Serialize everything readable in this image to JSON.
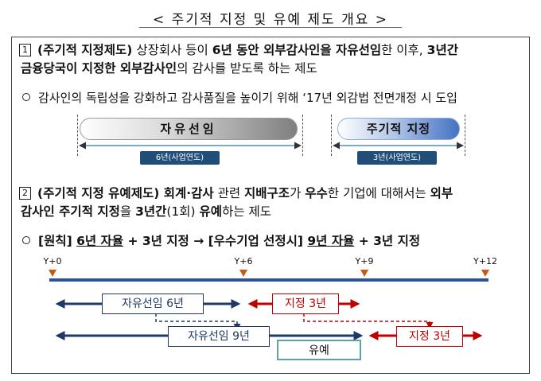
{
  "title": "< 주기적 지정 및 유예 제도 개요 >",
  "section1": {
    "num": "1",
    "line1_parts": [
      "(주기적 지정제도)",
      " 상장회사 등이 ",
      "6년 동안 외부감사인을 자유선임",
      "한 이후, ",
      "3년간"
    ],
    "line2_parts": [
      "금융당국이 지정한 외부감사인",
      "의 감사를 받도록 하는 제도"
    ],
    "bullet": "감사인의 독립성을 강화하고 감사품질을 높이기 위해 ‘17년 외감법 전면개정 시 도입"
  },
  "diagram1": {
    "free_label": "자유선임",
    "free_period": "6년(사업연도)",
    "assign_label": "주기적 지정",
    "assign_period": "3년(사업연도)"
  },
  "section2": {
    "num": "2",
    "line1_parts": [
      "(주기적 지정 유예제도)",
      " 회계·감사",
      " 관련 ",
      "지배구조",
      "가 ",
      "우수",
      "한 기업에 대해서는 ",
      "외부"
    ],
    "line2_parts": [
      "감사인 주기적 지정",
      "을 ",
      "3년간",
      "(1회) ",
      "유예",
      "하는 제도"
    ],
    "rule_parts": [
      "[원칙] ",
      "6년 자율",
      " + 3년 지정 → [우수기업 선정시] ",
      "9년 자율",
      " + 3년 지정"
    ]
  },
  "timeline": {
    "ticks": [
      "Y+0",
      "Y+6",
      "Y+9",
      "Y+12"
    ],
    "row1_free": "자유선임 6년",
    "row1_assign": "지정 3년",
    "row2_free": "자유선임 9년",
    "row2_assign": "지정 3년",
    "defer": "유예"
  },
  "colors": {
    "navy": "#1f3864",
    "red": "#c00000",
    "teal": "#5ba3a8",
    "tick": "#c55a11",
    "timeline": "#2f5496"
  }
}
